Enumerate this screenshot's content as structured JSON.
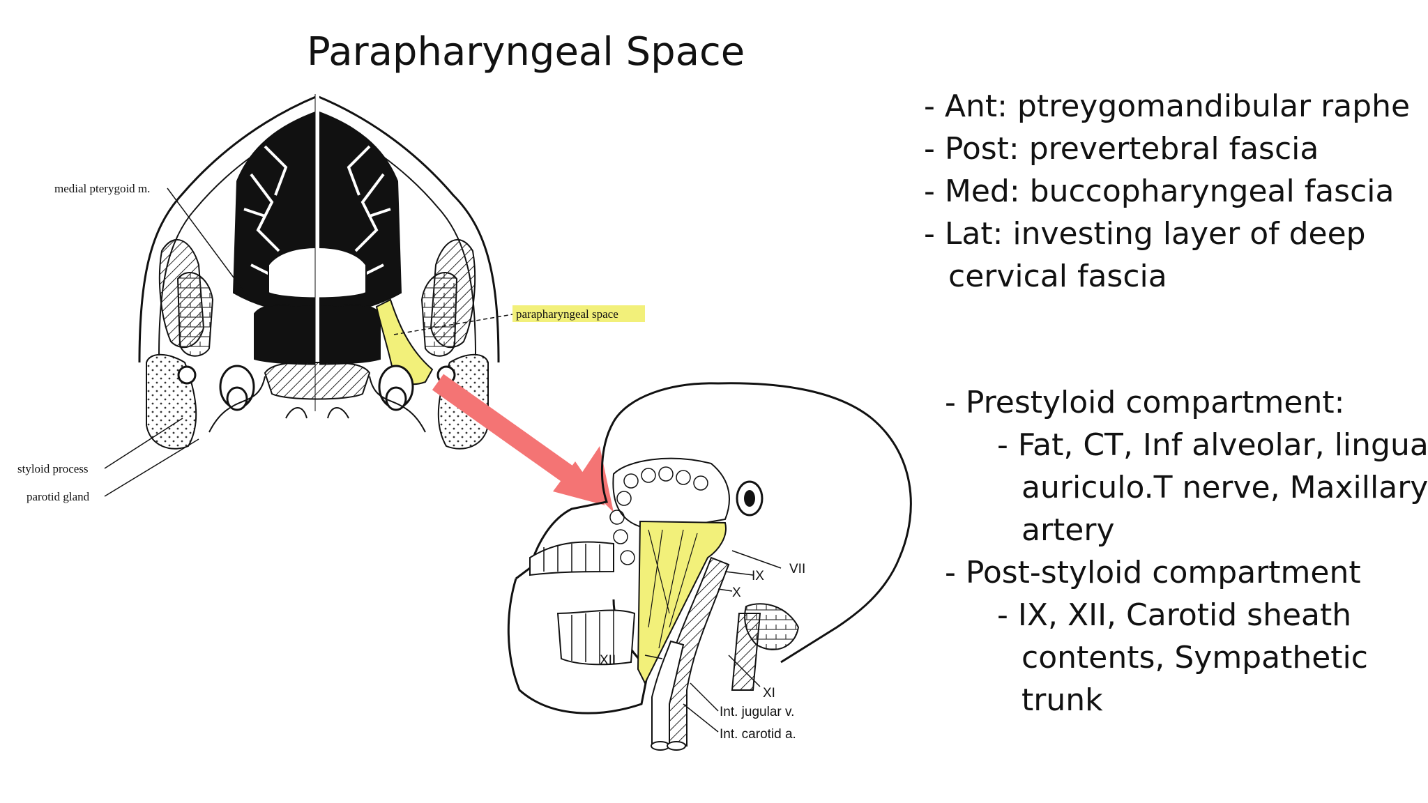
{
  "slide": {
    "title": "Parapharyngeal Space"
  },
  "boundaries": [
    "- Ant: ptreygomandibular raphe",
    "- Post: prevertebral fascia",
    "- Med: buccopharyngeal fascia",
    "- Lat: investing layer of deep",
    "cervical fascia"
  ],
  "compartments": {
    "prestyloid_heading": "- Prestyloid compartment:",
    "prestyloid_contents": [
      "- Fat, CT, Inf alveolar, lingual,",
      "auriculo.T nerve, Maxillary",
      "artery"
    ],
    "poststyloid_heading": "- Post-styloid compartment",
    "poststyloid_contents": [
      "- IX, XII, Carotid sheath",
      "contents, Sympathetic",
      "trunk"
    ]
  },
  "axial_figure": {
    "labels": {
      "medial_pterygoid": "medial pterygoid m.",
      "parapharyngeal_space": "parapharyngeal space",
      "styloid_process": "styloid process",
      "parotid_gland": "parotid gland"
    },
    "highlight_color": "#f2f07a"
  },
  "lateral_figure": {
    "labels": {
      "vii": "VII",
      "ix": "IX",
      "x": "X",
      "xii": "XII",
      "xi": "XI",
      "int_jugular": "Int. jugular v.",
      "int_carotid": "Int. carotid a."
    },
    "highlight_color": "#f2f07a"
  },
  "arrow": {
    "color": "#f47474"
  }
}
